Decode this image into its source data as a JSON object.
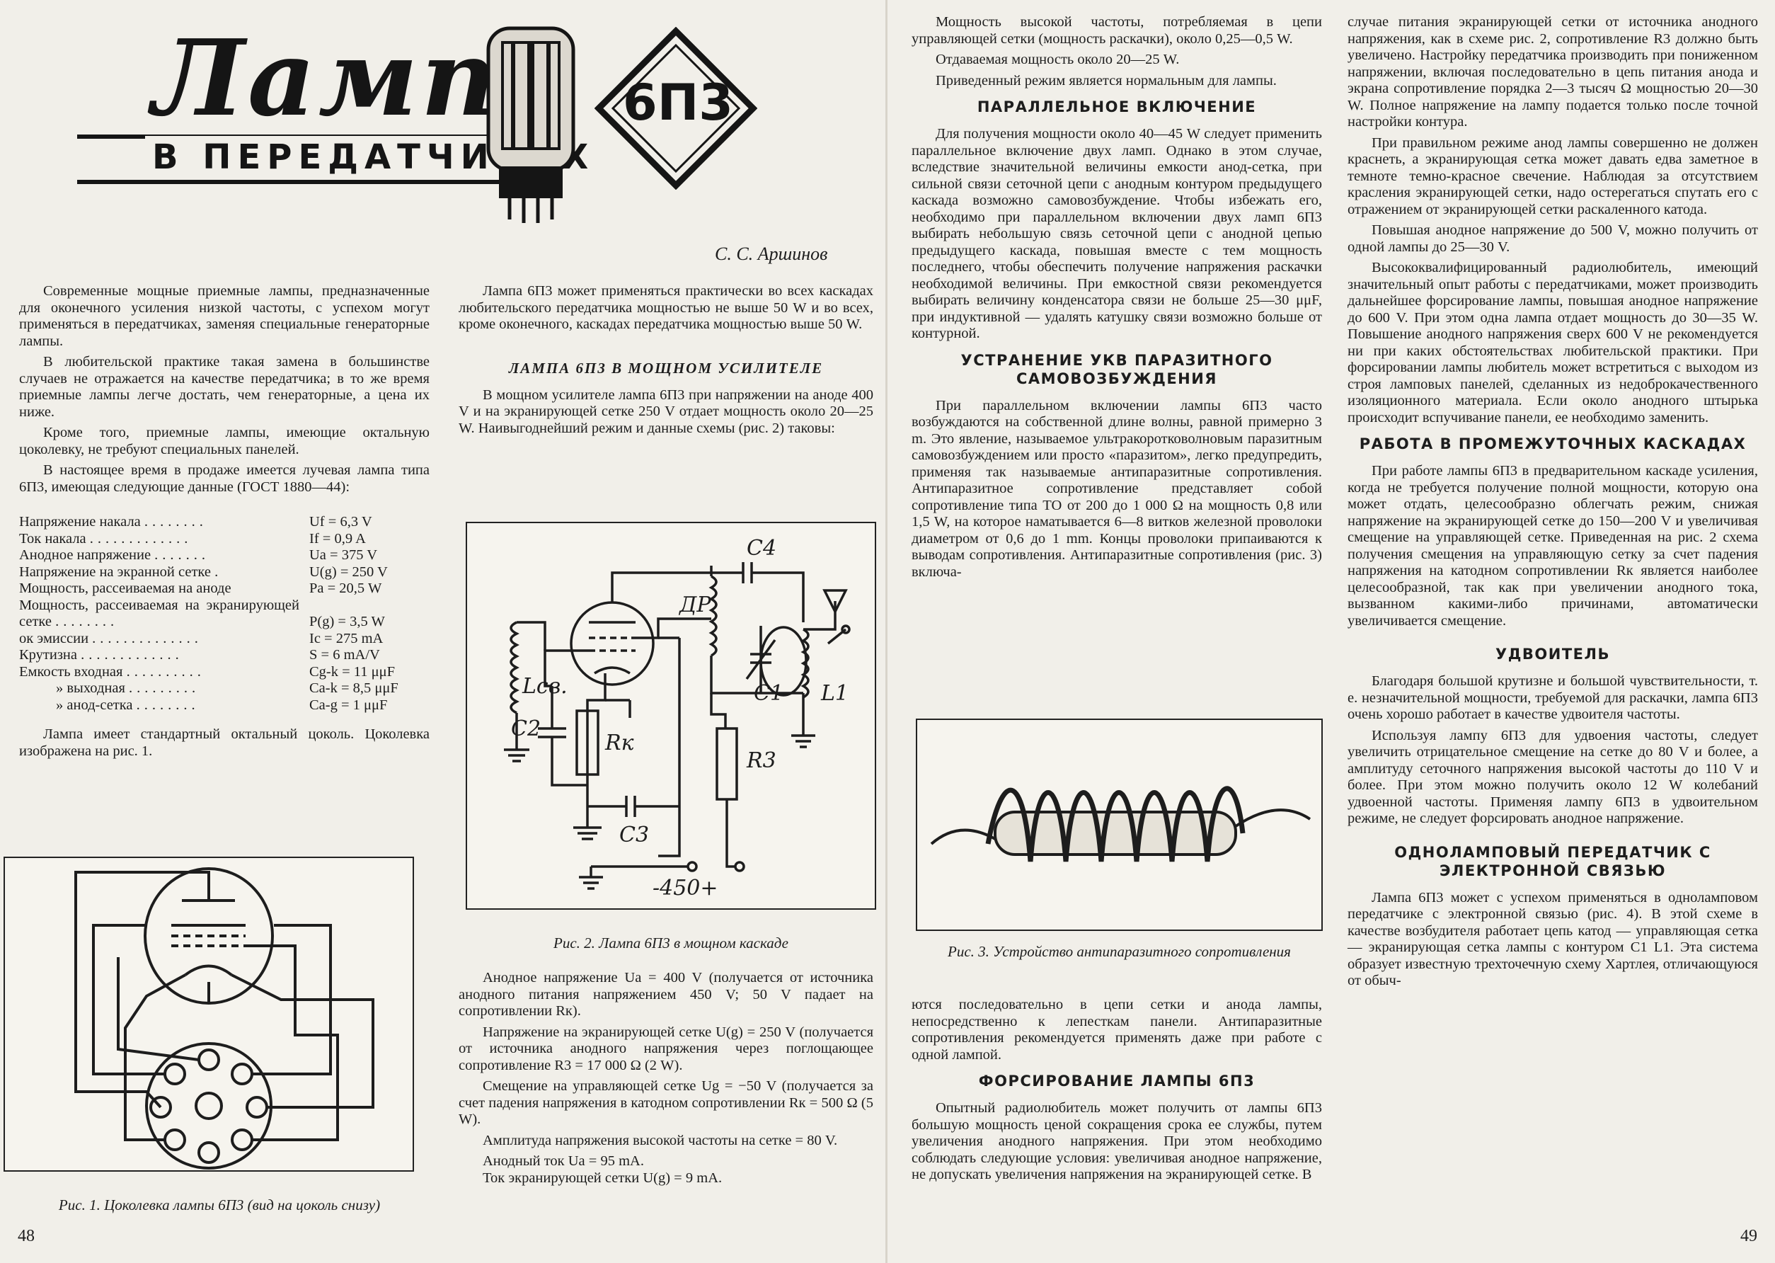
{
  "left": {
    "title_script": "Лампа",
    "title_sub": "В ПЕРЕДАТЧИКАХ",
    "title_tube": "6П3",
    "author": "С. С. Аршинов",
    "page_number": "48",
    "col1": {
      "p1": "Современные мощные приемные лампы, предназначенные для оконечного усиления низкой частоты, с успехом могут применяться в передатчиках, заменяя специальные генераторные лампы.",
      "p2": "В любительской практике такая замена в большинстве случаев не отражается на качестве передатчика; в то же время приемные лампы легче достать, чем генераторные, а цена их ниже.",
      "p3": "Кроме того, приемные лампы, имеющие октальную цоколевку, не требуют специальных панелей.",
      "p4": "В настоящее время в продаже имеется лучевая лампа типа 6П3, имеющая следующие данные (ГОСТ 1880—44):",
      "specs": [
        {
          "label": "Напряжение накала",
          "value": "Uf = 6,3 V"
        },
        {
          "label": "Ток накала",
          "value": "If = 0,9 A"
        },
        {
          "label": "Анодное напряжение",
          "value": "Ua = 375 V"
        },
        {
          "label": "Напряжение на экранной сетке",
          "value": "U(g) = 250 V"
        },
        {
          "label": "Мощность, рассеиваемая на аноде",
          "value": "Pa = 20,5 W"
        },
        {
          "label": "Мощность, рассеиваемая на экранирующей сетке",
          "value": "P(g) = 3,5 W"
        },
        {
          "label": "ок эмиссии",
          "value": "Ic = 275 mA"
        },
        {
          "label": "Крутизна",
          "value": "S = 6 mA/V"
        },
        {
          "label": "Емкость входная",
          "value": "Cg-k = 11 μμF"
        },
        {
          "label": "» выходная",
          "value": "Ca-k = 8,5 μμF"
        },
        {
          "label": "» анод-сетка",
          "value": "Ca-g = 1 μμF"
        }
      ],
      "p5": "Лампа имеет стандартный октальный цоколь. Цоколевка изображена на рис. 1.",
      "fig1_caption": "Рис. 1. Цоколевка лампы 6П3 (вид на цоколь снизу)"
    },
    "col2": {
      "p1": "Лампа 6П3 может применяться практически во всех каскадах любительского передатчика мощностью не выше 50 W и во всех, кроме оконечного, каскадах передатчика мощностью выше 50 W.",
      "h_amp": "ЛАМПА 6П3 В МОЩНОМ УСИЛИТЕЛЕ",
      "p2": "В мощном усилителе лампа 6П3 при напряжении на аноде 400 V и на экранирующей сетке 250 V отдает мощность около 20—25 W. Наивыгоднейший режим и данные схемы (рис. 2) таковы:",
      "fig2_caption": "Рис. 2. Лампа 6П3 в мощном каскаде",
      "fig2_labels": {
        "c4": "C4",
        "dr": "ДР",
        "lcv": "Lсв.",
        "c2": "C2",
        "rk": "Rк",
        "r3": "R3",
        "c3": "C3",
        "c1": "C1",
        "l1": "L1",
        "supply": "-450+"
      },
      "p3": "Анодное напряжение Ua = 400 V (получается от источника анодного питания напряжением 450 V; 50 V падает на сопротивлении Rк).",
      "p4": "Напряжение на экранирующей сетке U(g) = 250 V (получается от источника анодного напряжения через поглощающее сопротивление R3 = 17 000 Ω (2 W).",
      "p5": "Смещение на управляющей сетке Ug = −50 V (получается за счет падения напряжения в катодном сопротивлении Rк = 500 Ω (5 W).",
      "p6": "Амплитуда напряжения высокой частоты на сетке = 80 V.",
      "p7": "Анодный ток Ua = 95 mA.",
      "p8": "Ток экранирующей сетки U(g) = 9 mA."
    }
  },
  "right": {
    "page_number": "49",
    "col3": {
      "p1": "Мощность высокой частоты, потребляемая в цепи управляющей сетки (мощность раскачки), около 0,25—0,5 W.",
      "p2": "Отдаваемая мощность около 20—25 W.",
      "p3": "Приведенный режим является нормальным для лампы.",
      "h_par": "ПАРАЛЛЕЛЬНОЕ ВКЛЮЧЕНИЕ",
      "p4": "Для получения мощности около 40—45 W следует применить параллельное включение двух ламп. Однако в этом случае, вследствие значительной величины емкости анод-сетка, при сильной связи сеточной цепи с анодным контуром предыдущего каскада возможно самовозбуждение. Чтобы избежать его, необходимо при параллельном включении двух ламп 6П3 выбирать небольшую связь сеточной цепи с анодной цепью предыдущего каскада, повышая вместе с тем мощность последнего, чтобы обеспечить получение напряжения раскачки необходимой величины. При емкостной связи рекомендуется выбирать величину конденсатора связи не больше 25—30 μμF, при индуктивной — удалять катушку связи возможно больше от контурной.",
      "h_ukv": "УСТРАНЕНИЕ УКВ ПАРАЗИТНОГО САМОВОЗБУЖДЕНИЯ",
      "p5": "При параллельном включении лампы 6П3 часто возбуждаются на собственной длине волны, равной примерно 3 m. Это явление, называемое ультракоротковолновым паразитным самовозбуждением или просто «паразитом», легко предупредить, применяя так называемые антипаразитные сопротивления. Антипаразитное сопротивление представляет собой сопротивление типа ТО от 200 до 1 000 Ω на мощность 0,8 или 1,5 W, на которое наматывается 6—8 витков железной проволоки диаметром от 0,6 до 1 mm. Концы проволоки припаиваются к выводам сопротивления. Антипаразитные сопротивления (рис. 3) включа-",
      "fig3_caption": "Рис. 3. Устройство антипаразитного сопротивления",
      "p6": "ются последовательно в цепи сетки и анода лампы, непосредственно к лепесткам панели. Антипаразитные сопротивления рекомендуется применять даже при работе с одной лампой.",
      "h_force": "ФОРСИРОВАНИЕ ЛАМПЫ 6П3",
      "p7": "Опытный радиолюбитель может получить от лампы 6П3 большую мощность ценой сокращения срока ее службы, путем увеличения анодного напряжения. При этом необходимо соблюдать следующие условия: увеличивая анодное напряжение, не допускать увеличения напряжения на экранирующей сетке. В"
    },
    "col4": {
      "p1": "случае питания экранирующей сетки от источника анодного напряжения, как в схеме рис. 2, сопротивление R3 должно быть увеличено. Настройку передатчика производить при пониженном напряжении, включая последовательно в цепь питания анода и экрана сопротивление порядка 2—3 тысяч Ω мощностью 20—30 W. Полное напряжение на лампу подается только после точной настройки контура.",
      "p2": "При правильном режиме анод лампы совершенно не должен краснеть, а экранирующая сетка может давать едва заметное в темноте темно-красное свечение. Наблюдая за отсутствием красления экранирующей сетки, надо остерегаться спутать его с отражением от экранирующей сетки раскаленного катода.",
      "p3": "Повышая анодное напряжение до 500 V, можно получить от одной лампы до 25—30 V.",
      "p4": "Высококвалифицированный радиолюбитель, имеющий значительный опыт работы с передатчиками, может производить дальнейшее форсирование лампы, повышая анодное напряжение до 600 V. При этом одна лампа отдает мощность до 30—35 W. Повышение анодного напряжения сверх 600 V не рекомендуется ни при каких обстоятельствах любительской практики. При форсировании лампы любитель может встретиться с выходом из строя ламповых панелей, сделанных из недоброкачественного изоляционного материала. Если около анодного штырька происходит вспучивание панели, ее необходимо заменить.",
      "h_inter": "РАБОТА В ПРОМЕЖУТОЧНЫХ КАСКАДАХ",
      "p5": "При работе лампы 6П3 в предварительном каскаде усиления, когда не требуется получение полной мощности, которую она может отдать, целесообразно облегчать режим, снижая напряжение на экранирующей сетке до 150—200 V и увеличивая смещение на управляющей сетке. Приведенная на рис. 2 схема получения смещения на управляющую сетку за счет падения напряжения на катодном сопротивлении Rк является наиболее целесообразной, так как при увеличении анодного тока, вызванном какими-либо причинами, автоматически увеличивается смещение.",
      "h_doub": "УДВОИТЕЛЬ",
      "p6": "Благодаря большой крутизне и большой чувствительности, т. е. незначительной мощности, требуемой для раскачки, лампа 6П3 очень хорошо работает в качестве удвоителя частоты.",
      "p7": "Используя лампу 6П3 для удвоения частоты, следует увеличить отрицательное смещение на сетке до 80 V и более, а амплитуду сеточного напряжения высокой частоты до 110 V и более. При этом можно получить около 12 W колебаний удвоенной частоты. Применяя лампу 6П3 в удвоительном режиме, не следует форсировать анодное напряжение.",
      "h_single": "ОДНОЛАМПОВЫЙ ПЕРЕДАТЧИК С ЭЛЕКТРОННОЙ СВЯЗЬЮ",
      "p8": "Лампа 6П3 может с успехом применяться в одноламповом передатчике с электронной связью (рис. 4). В этой схеме в качестве возбудителя работает цепь катод — управляющая сетка — экранирующая сетка лампы с контуром C1 L1. Эта система образует известную трехточечную схему Хартлея, отличающуюся от обыч-"
    }
  }
}
